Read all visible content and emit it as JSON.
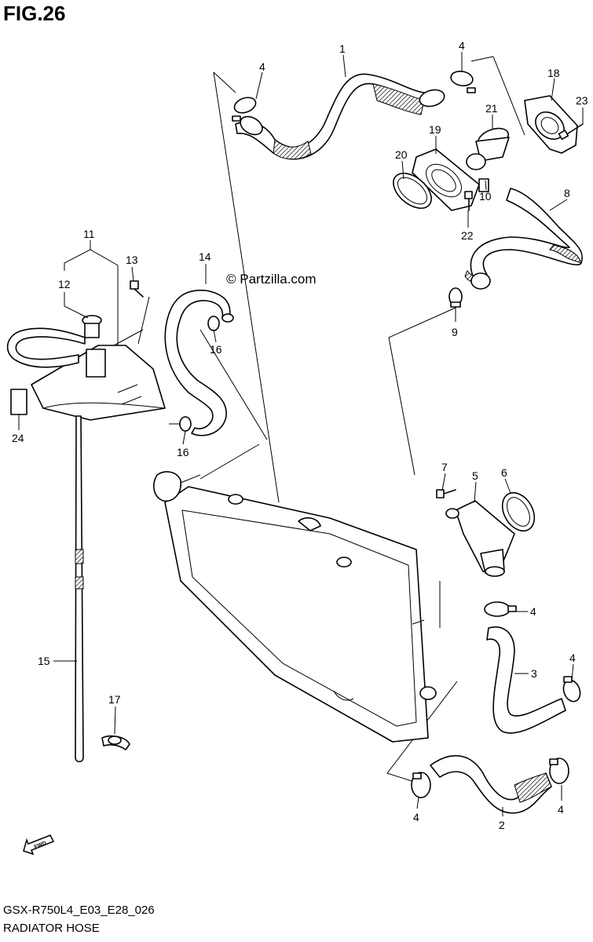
{
  "figure_title": "FIG.26",
  "diagram_code": "GSX-R750L4_E03_E28_026",
  "diagram_name": "RADIATOR HOSE",
  "watermark": "© Partzilla.com",
  "fwd_label": "FWD",
  "callouts": {
    "c1": "1",
    "c2": "2",
    "c3": "3",
    "c4a": "4",
    "c4b": "4",
    "c4c": "4",
    "c4d": "4",
    "c4e": "4",
    "c4f": "4",
    "c5": "5",
    "c6": "6",
    "c7": "7",
    "c8": "8",
    "c9": "9",
    "c10": "10",
    "c11": "11",
    "c12": "12",
    "c13": "13",
    "c14": "14",
    "c15": "15",
    "c16a": "16",
    "c16b": "16",
    "c17": "17",
    "c18": "18",
    "c19": "19",
    "c20": "20",
    "c21": "21",
    "c22": "22",
    "c23": "23",
    "c24": "24"
  }
}
